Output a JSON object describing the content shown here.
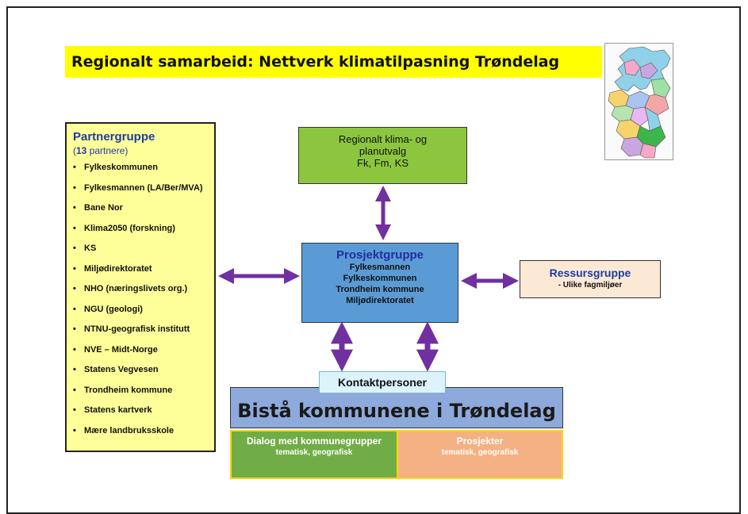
{
  "title": "Regionalt samarbeid: Nettverk klimatilpasning Trøndelag",
  "partner_group": {
    "title": "Partnergruppe",
    "count_number": "13",
    "count_suffix": " partnere)",
    "count_prefix": "(",
    "members": [
      "Fylkeskommunen",
      "Fylkesmannen  (LA/Ber/MVA)",
      "Bane Nor",
      "Klima2050  (forskning)",
      "KS",
      "Miljødirektoratet",
      "NHO (næringslivets org.)",
      "NGU (geologi)",
      "NTNU-geografisk institutt",
      "NVE – Midt-Norge",
      "Statens Vegvesen",
      "Trondheim kommune",
      "Statens kartverk",
      "Mære landbruksskole"
    ]
  },
  "regional_committee": {
    "line1": "Regionalt klima- og",
    "line2": "planutvalg",
    "line3": "Fk, Fm, KS"
  },
  "project_group": {
    "title": "Prosjektgruppe",
    "members": [
      "Fylkesmannen",
      "Fylkeskommunen",
      "Trondheim kommune",
      "Miljødirektoratet"
    ]
  },
  "resource_group": {
    "title": "Ressursgruppe",
    "subtitle": "- Ulike fagmiljøer"
  },
  "contact_persons": "Kontaktpersoner",
  "main_goal": "Bistå kommunene i Trøndelag",
  "dialog": {
    "title": "Dialog med kommunegrupper",
    "subtitle": "tematisk, geografisk"
  },
  "projects": {
    "title": "Prosjekter",
    "subtitle": "tematisk, geografisk"
  },
  "colors": {
    "arrow": "#7030a0",
    "title_bg": "#ffff00",
    "partner_bg": "#ffff99",
    "regional_bg": "#8cc63f",
    "project_bg": "#5b9bd5",
    "resource_bg": "#fbe9d6",
    "goal_bg": "#8ea9db",
    "dialog_bg": "#70ad47",
    "projects_bg": "#f4b183"
  },
  "map_icon": "trondelag-municipality-map"
}
